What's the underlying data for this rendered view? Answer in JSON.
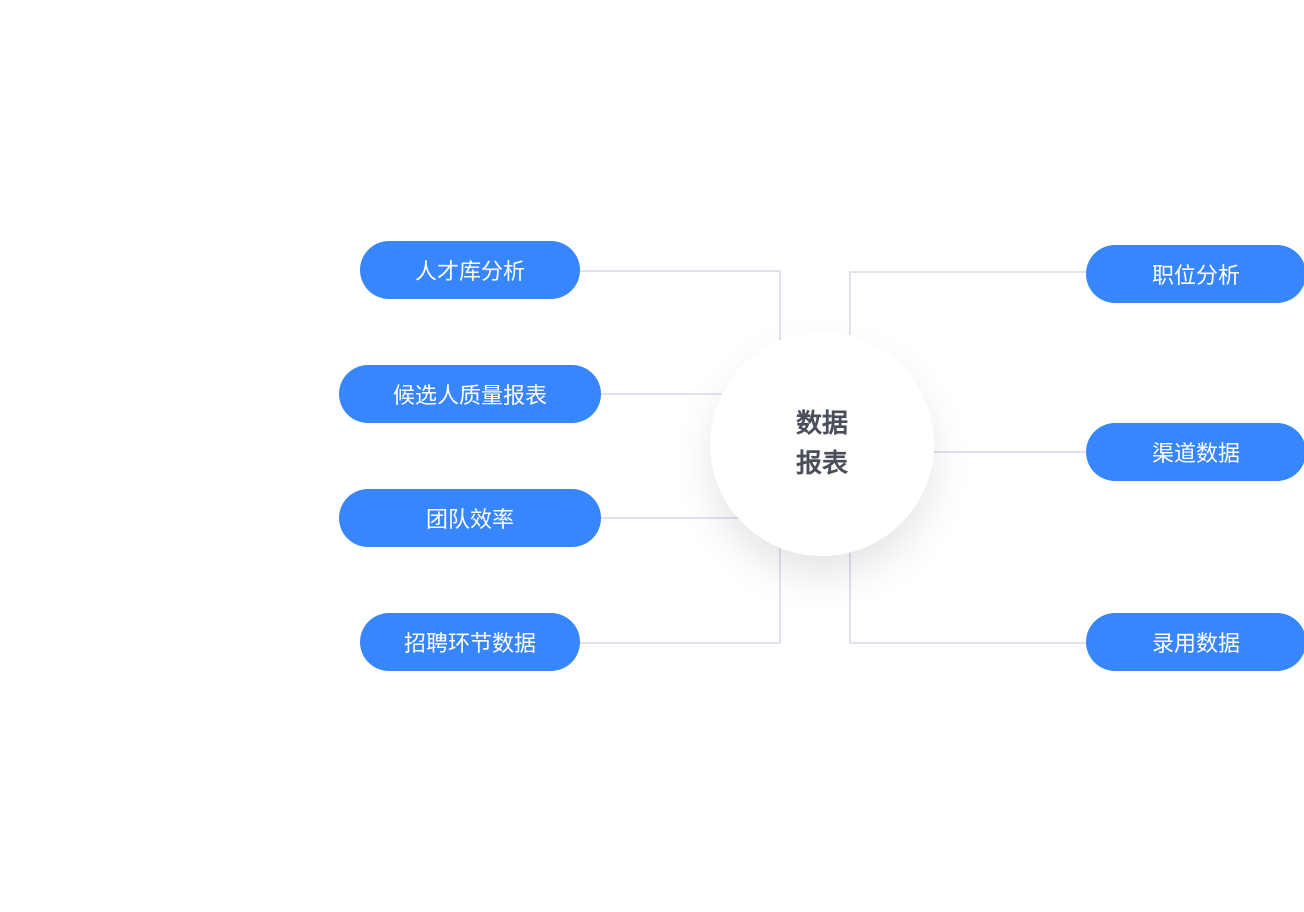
{
  "center": {
    "line1": "数据",
    "line2": "报表"
  },
  "left_nodes": [
    "人才库分析",
    "候选人质量报表",
    "团队效率",
    "招聘环节数据"
  ],
  "right_nodes": [
    "职位分析",
    "渠道数据",
    "录用数据"
  ],
  "colors": {
    "pill": "#3886fd",
    "connector": "#e0e3ec",
    "center_text": "#4a4d5a"
  }
}
